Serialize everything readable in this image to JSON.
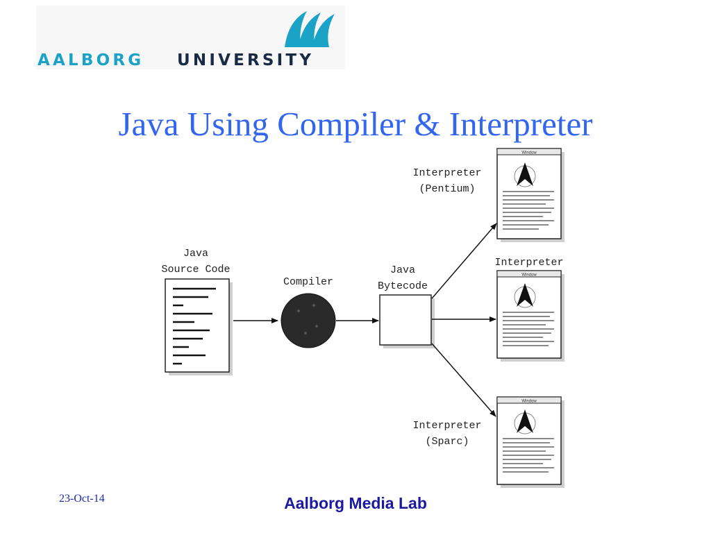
{
  "logo": {
    "word1": "AALBORG",
    "word2": "UNIVERSITY",
    "colors": {
      "accent": "#1aa3c7",
      "dark": "#1a2a44"
    }
  },
  "slide": {
    "title": "Java Using Compiler & Interpreter",
    "title_color": "#3366ee"
  },
  "diagram": {
    "source_label": [
      "Java",
      "Source Code"
    ],
    "compiler_label": "Compiler",
    "bytecode_label": [
      "Java",
      "Bytecode"
    ],
    "interpreters": [
      {
        "lines": [
          "Interpreter",
          "(Pentium)"
        ]
      },
      {
        "lines": [
          "Interpreter"
        ]
      },
      {
        "lines": [
          "Interpreter",
          "(Sparc)"
        ]
      }
    ],
    "window_caption": "Window"
  },
  "footer": {
    "date": "23-Oct-14",
    "lab": "Aalborg Media Lab"
  }
}
